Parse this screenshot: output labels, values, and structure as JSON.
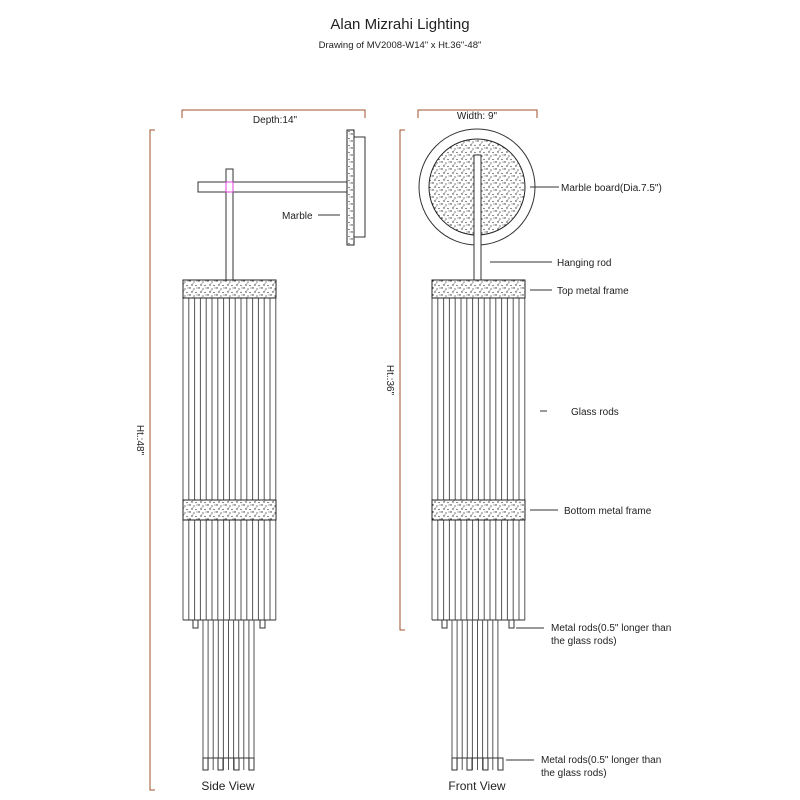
{
  "title": "Alan Mizrahi Lighting",
  "subtitle": "Drawing of MV2008-W14\" x Ht.36\"-48\"",
  "side_view": {
    "label": "Side View",
    "depth_label": "Depth:14\"",
    "height_label": "Ht.:48\"",
    "marble_label": "Marble"
  },
  "front_view": {
    "label": "Front View",
    "width_label": "Width: 9\"",
    "height_label": "Ht.:36\"",
    "callouts": {
      "marble_board": "Marble board(Dia.7.5\")",
      "hanging_rod": "Hanging rod",
      "top_frame": "Top metal frame",
      "glass_rods": "Glass rods",
      "bottom_frame": "Bottom metal frame",
      "metal_rods_1_line1": "Metal rods(0.5\" longer than",
      "metal_rods_1_line2": "the glass rods)",
      "metal_rods_2_line1": "Metal rods(0.5\" longer than",
      "metal_rods_2_line2": "the glass rods)"
    }
  },
  "colors": {
    "dimension": "#a0522d",
    "joint": "#e040e0",
    "line": "#333333"
  }
}
